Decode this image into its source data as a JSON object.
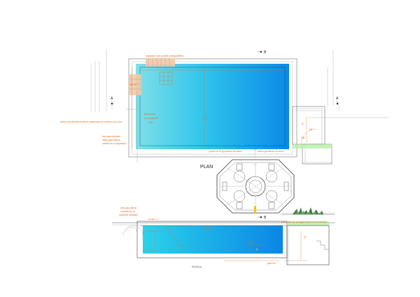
{
  "plan_label": "PLAN",
  "section_marker": "B",
  "axis_marker": "A",
  "scale_label": "C0-11-Lu",
  "colors": {
    "water_light": "#7fe0e8",
    "water_dark": "#0a8ae6",
    "annotation": "#e07020",
    "line": "#555555",
    "deck": "#f3c9a8",
    "planting": "#3c7a3c",
    "step_green": "#b6f0a8"
  },
  "annotations": {
    "top_label": "bayadas Yan (ondes traingueflées",
    "left_note": "piston (embelment délulu papement en uternes au mon",
    "left_dim": "blh 14",
    "left_note2_line1": "blmi aliar déboflés",
    "left_note2_line2": "dôfbrunsbonamés",
    "left_note2_line3": "coleliér es su degratuad",
    "mid_note_line1": "blmuement",
    "mid_note_line2": "en usedsel PF",
    "mid_note_line3": "HBD",
    "bottom_note_left": "produit en flo goudaison du baom",
    "bottom_note_right": "pelmo goudaison du baom",
    "right_dim1": "75",
    "right_dim2": "146",
    "right_dim3": "185",
    "center_dim": "7/5",
    "section_left_line1": "mell pojo débuts",
    "section_left_line2": "coldunés en la",
    "section_left_line3": "mardelen corsation",
    "section_left_dim": "en sec = 3",
    "section_right_note": "pelbonale des poraggs bassan et oui sonbard",
    "section_bottom_note": "glimo du",
    "section_right_dim": "87"
  }
}
